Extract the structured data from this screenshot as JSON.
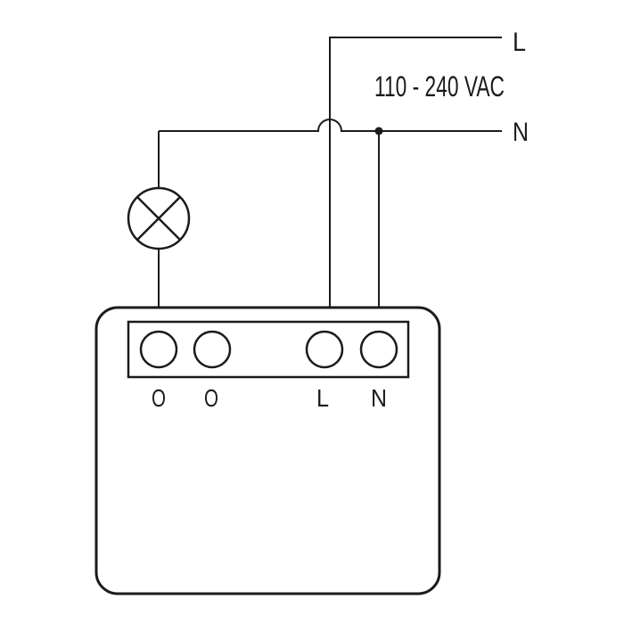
{
  "diagram": {
    "type": "wiring-diagram",
    "description_icons": {
      "load_icon": "lamp-icon",
      "junction_icon": "junction-dot",
      "crossover_icon": "wire-hop"
    },
    "supply": {
      "live_label": "L",
      "neutral_label": "N",
      "voltage_text": "110 - 240 VAC"
    },
    "device": {
      "terminals": [
        {
          "label": "O"
        },
        {
          "label": "O"
        },
        {
          "label": "L"
        },
        {
          "label": "N"
        }
      ]
    },
    "colors": {
      "stroke": "#1b1b1b",
      "background": "#ffffff"
    }
  }
}
